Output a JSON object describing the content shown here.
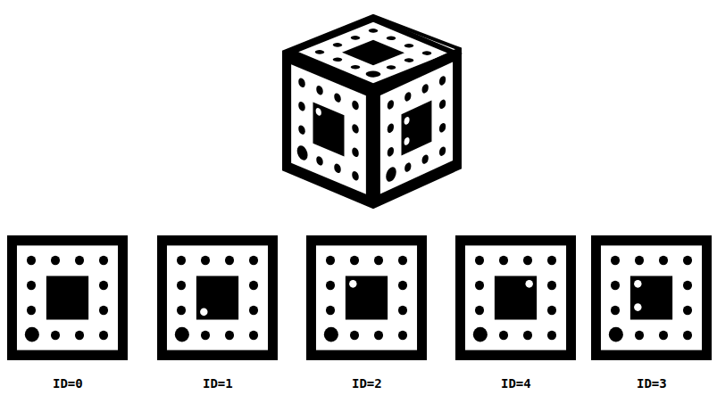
{
  "diagram": {
    "labels": [
      "ID=0",
      "ID=1",
      "ID=2",
      "ID=4",
      "ID=3"
    ]
  }
}
